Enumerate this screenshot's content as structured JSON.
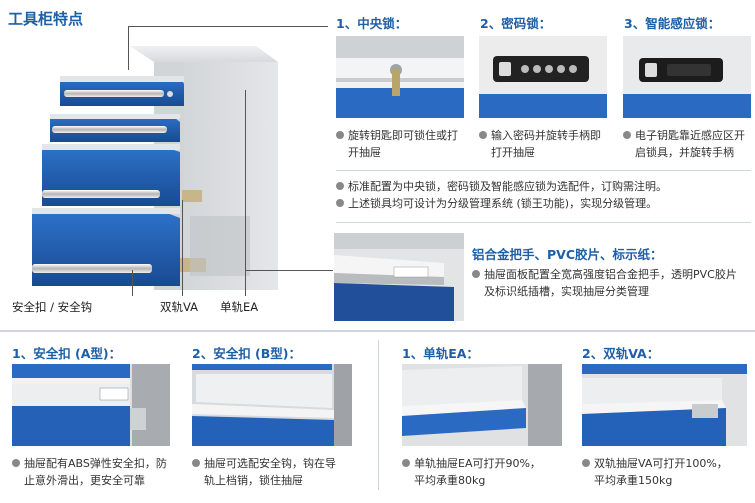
{
  "header": {
    "title": "工具柜特点"
  },
  "cabinet": {
    "labels": {
      "safety_latch": "安全扣 / 安全钩",
      "rail_va": "双轨VA",
      "rail_ea": "单轨EA"
    }
  },
  "locks": [
    {
      "title": "1、中央锁：",
      "desc_line1": "旋转钥匙即可锁住或打",
      "desc_line2": "开抽屉"
    },
    {
      "title": "2、密码锁：",
      "desc_line1": "输入密码并旋转手柄即",
      "desc_line2": "打开抽屉"
    },
    {
      "title": "3、智能感应锁：",
      "desc_line1": "电子钥匙靠近感应区开",
      "desc_line2": "启锁具，并旋转手柄"
    }
  ],
  "notes": [
    "标准配置为中央锁，密码锁及智能感应锁为选配件，订购需注明。",
    "上述锁具均可设计为分级管理系统 (锁王功能)，实现分级管理。"
  ],
  "handle_section": {
    "title": "铝合金把手、PVC胶片、标示纸：",
    "desc_line1": "抽屉面板配置全宽高强度铝合金把手，透明PVC胶片",
    "desc_line2": "及标识纸插槽，实现抽屉分类管理"
  },
  "bottom": [
    {
      "title": "1、安全扣 (A型)：",
      "desc_line1": "抽屉配有ABS弹性安全扣，防",
      "desc_line2": "止意外滑出，更安全可靠"
    },
    {
      "title": "2、安全扣 (B型)：",
      "desc_line1": "抽屉可选配安全钩，钩在导",
      "desc_line2": "轨上档销，锁住抽屉"
    },
    {
      "title": "1、单轨EA：",
      "desc_line1": "单轨抽屉EA可打开90%，",
      "desc_line2": "平均承重80kg"
    },
    {
      "title": "2、双轨VA：",
      "desc_line1": "双轨抽屉VA可打开100%，",
      "desc_line2": "平均承重150kg"
    }
  ]
}
